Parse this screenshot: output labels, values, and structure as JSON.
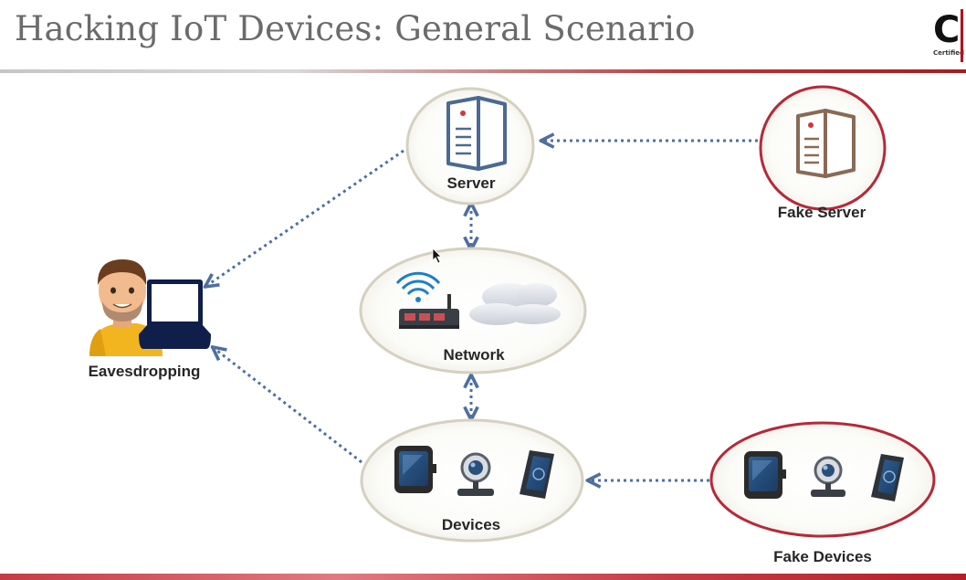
{
  "title": "Hacking IoT Devices: General Scenario",
  "logo": {
    "letter": "C",
    "sub": "Certified"
  },
  "nodes": {
    "server": "Server",
    "fake_server": "Fake Server",
    "network": "Network",
    "devices": "Devices",
    "fake_devices": "Fake Devices",
    "eavesdropping": "Eavesdropping"
  },
  "colors": {
    "arrow": "#4f6fa0",
    "fake_border": "#b5293a",
    "node_border": "#d5d1c0",
    "server_icon": "#4a6a92",
    "fake_server_icon": "#8a6a55"
  },
  "icons": [
    "server-icon",
    "fake-server-icon",
    "router-icon",
    "cloud-icon",
    "smartwatch-icon",
    "webcam-icon",
    "smartphone-icon",
    "person-icon",
    "laptop-icon"
  ]
}
